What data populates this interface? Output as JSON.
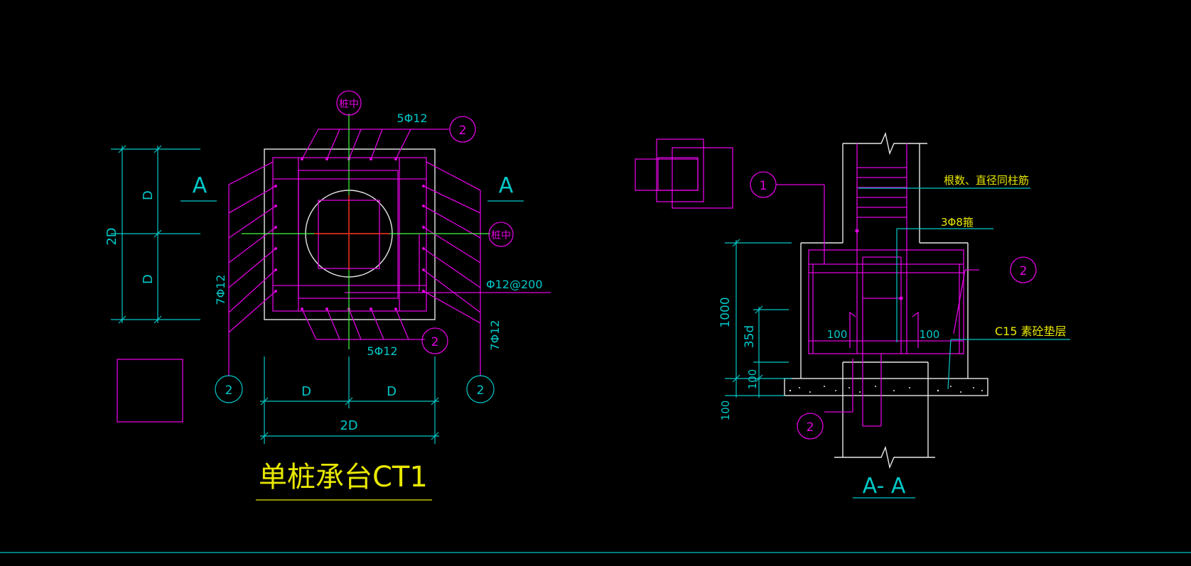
{
  "plan": {
    "title": "单桩承台CT1",
    "section_mark": "A",
    "pile_center": "桩中",
    "top_bars": "5Φ12",
    "bottom_bars": "5Φ12",
    "left_bars": "7Φ12",
    "right_bars": "7Φ12",
    "stirrup": "Φ12@200",
    "dim_d": "D",
    "dim_2d": "2D",
    "bubble_2": "2"
  },
  "section": {
    "title": "A- A",
    "bubble_1": "1",
    "bubble_2": "2",
    "note_column": "根数、直径同柱筋",
    "note_stirrup": "3Φ8箍",
    "note_bedding": "C15  素砼垫层",
    "dim_1000": "1000",
    "dim_35d": "35d",
    "dim_100": "100",
    "cover_left": "100",
    "cover_right": "100"
  },
  "colors": {
    "background": "#000000",
    "magenta": "#e100e1",
    "cyan": "#00c8c8",
    "yellow": "#e8e800",
    "white": "#e8e8e8",
    "red": "#ff2020",
    "green": "#40ff40"
  }
}
